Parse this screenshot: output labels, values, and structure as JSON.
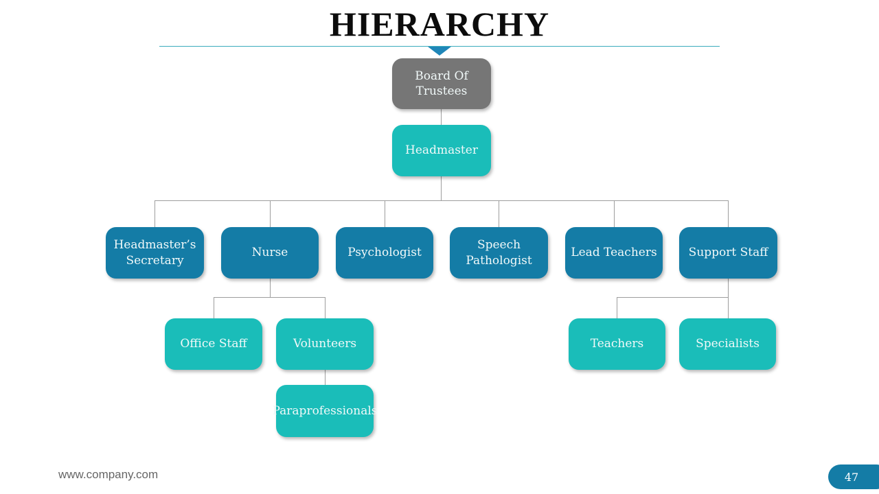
{
  "slide": {
    "title": "HIERARCHY",
    "footer_url": "www.company.com",
    "page_number": "47"
  },
  "colors": {
    "node_gray": "#767676",
    "node_teal": "#1abdb9",
    "node_blue": "#147ca6",
    "divider_teal": "#3aacbc",
    "arrow_blue": "#1f86b8",
    "connector_gray": "#9d9d9d",
    "badge_blue": "#147ca6"
  },
  "org": {
    "root": {
      "label": "Board Of Trustees"
    },
    "headmaster": {
      "label": "Headmaster"
    },
    "level3": [
      {
        "label": "Headmaster’s Secretary"
      },
      {
        "label": "Nurse"
      },
      {
        "label": "Psychologist"
      },
      {
        "label": "Speech Pathologist"
      },
      {
        "label": "Lead Teachers"
      },
      {
        "label": "Support Staff"
      }
    ],
    "nurse_children": [
      {
        "label": "Office Staff"
      },
      {
        "label": "Volunteers"
      }
    ],
    "volunteers_children": [
      {
        "label": "Paraprofessionals"
      }
    ],
    "support_children": [
      {
        "label": "Teachers"
      },
      {
        "label": "Specialists"
      }
    ]
  }
}
